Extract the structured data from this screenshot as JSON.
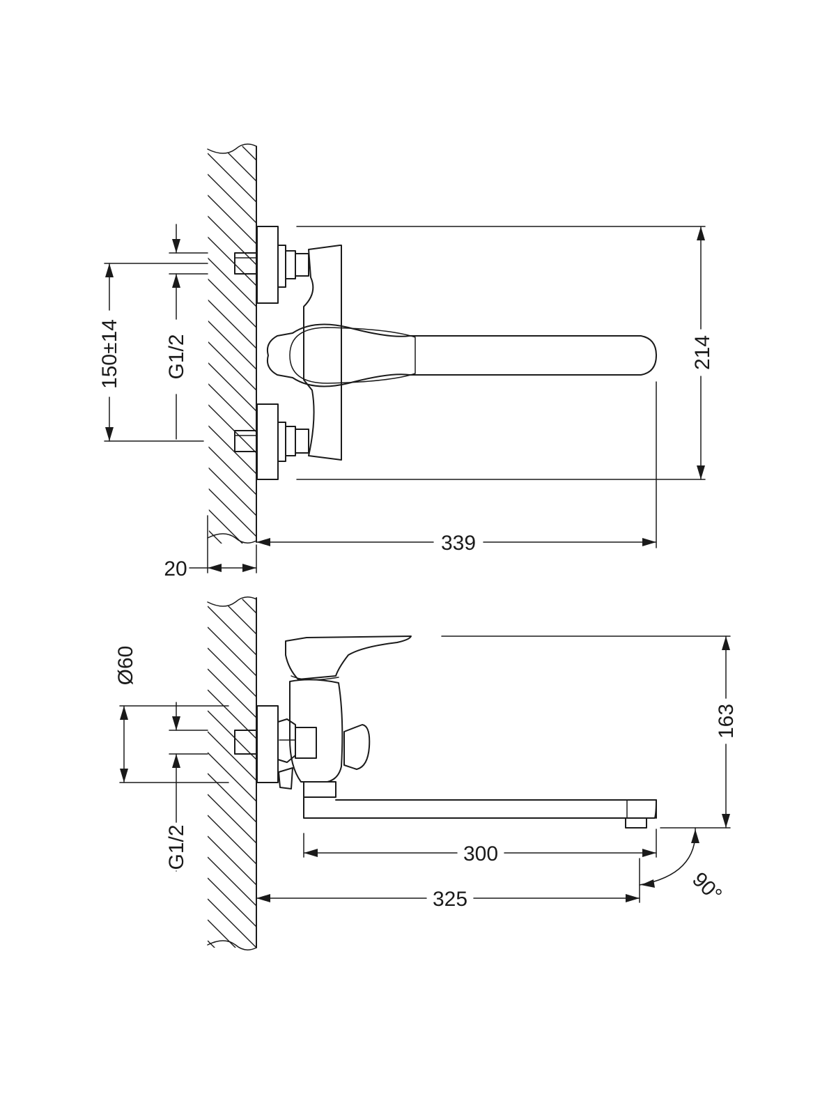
{
  "top_view": {
    "dim_pipe_spacing": "150±14",
    "dim_thread": "G1/2",
    "dim_height": "214",
    "dim_spout_reach": "339",
    "dim_wall_offset": "20"
  },
  "side_view": {
    "dim_flange_diameter": "Ø60",
    "dim_thread": "G1/2",
    "dim_height": "163",
    "dim_spout_length": "300",
    "dim_reach": "325",
    "dim_angle": "90°"
  }
}
